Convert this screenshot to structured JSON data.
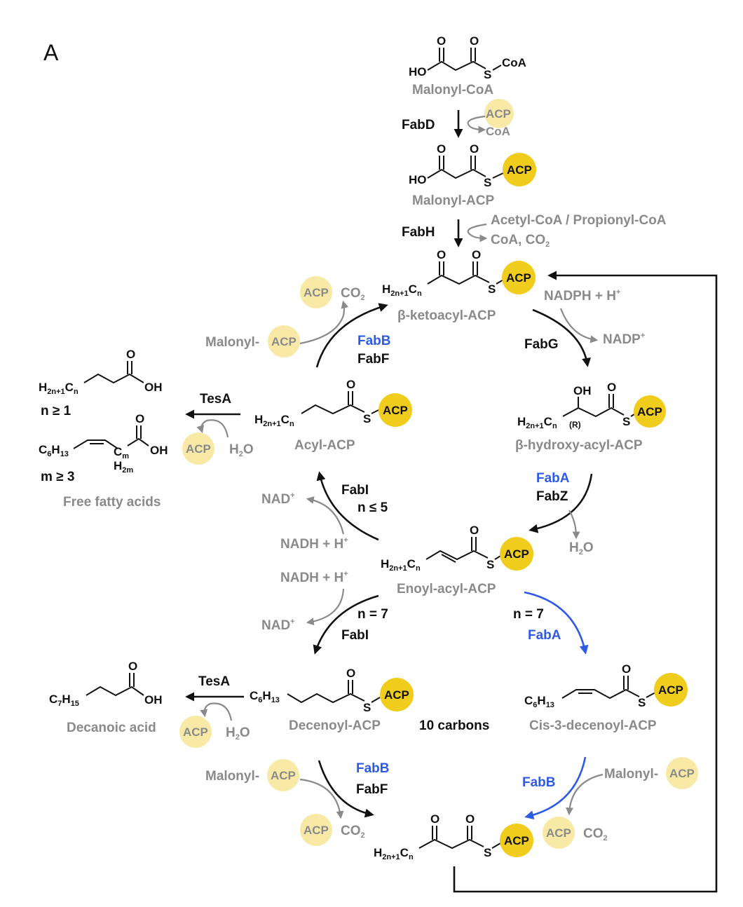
{
  "panel_label": "A",
  "compounds": {
    "malonyl_coa": "Malonyl-CoA",
    "malonyl_acp": "Malonyl-ACP",
    "ketoacyl": "β-ketoacyl-ACP",
    "hydroxyacyl": "β-hydroxy-acyl-ACP",
    "enoyl": "Enoyl-acyl-ACP",
    "acyl": "Acyl-ACP",
    "free_fa": "Free fatty acids",
    "decenoyl": "Decenoyl-ACP",
    "cis3": "Cis-3-decenoyl-ACP",
    "decanoic": "Decanoic acid"
  },
  "enzymes": {
    "fabd": "FabD",
    "fabh": "FabH",
    "fabb": "FabB",
    "fabf": "FabF",
    "fabg": "FabG",
    "faba": "FabA",
    "fabz": "FabZ",
    "fabi": "FabI",
    "tesa": "TesA"
  },
  "cofactors": {
    "acp": "ACP",
    "coa": "CoA",
    "malonyl": "Malonyl-",
    "acetyl": "Acetyl-CoA / Propionyl-CoA",
    "coa_co2": "CoA, CO",
    "co": "CO",
    "two": "2",
    "nadph": "NADPH + H",
    "nadp": "NADP",
    "nadh": "NADH + H",
    "nad": "NAD",
    "plus": "+",
    "h2o_h": "H",
    "h2o_o": "O"
  },
  "conditions": {
    "n_ge_1": "n ≥ 1",
    "m_ge_3": "m ≥ 3",
    "n_le_5": "n ≤ 5",
    "n_eq_7": "n = 7",
    "ten_carbons": "10 carbons"
  },
  "atoms": {
    "O": "O",
    "HO": "HO",
    "OH": "OH",
    "S": "S",
    "H": "H",
    "C": "C",
    "n": "n",
    "m": "m",
    "R": "(R)",
    "sub2n1": "2n+1",
    "sub2m": "2m",
    "sub6": "6",
    "sub13": "13",
    "sub7": "7",
    "sub15": "15",
    "CoA": "CoA"
  },
  "colors": {
    "acp_full": "#f0cc1c",
    "acp_light": "#f8eaa6",
    "gray_text": "#8a8a8a",
    "blue_enzyme": "#2e5be6"
  }
}
